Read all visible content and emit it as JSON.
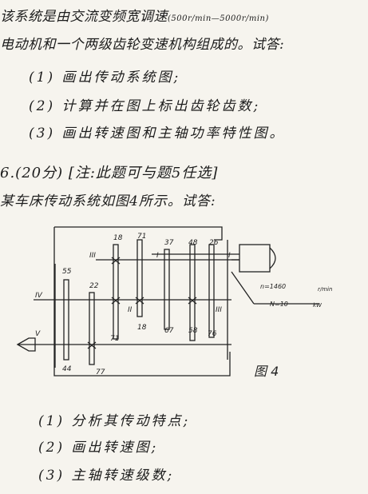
{
  "q_intro": {
    "line1_prefix": "该系统是由交流变频宽调速",
    "speed_range": "(500r/min—5000r/min)",
    "line2": "电动机和一个两级齿轮变速机构组成的。试答:"
  },
  "q_items": [
    "(1) 画出传动系统图;",
    "(2) 计算并在图上标出齿轮齿数;",
    "(3) 画出转速图和主轴功率特性图。"
  ],
  "q6": {
    "header": "6.(20分) [注:此题可与题5任选]",
    "intro": "某车床传动系统如图4所示。试答:",
    "items": [
      "(1) 分析其传动特点;",
      "(2) 画出转速图;",
      "(3) 主轴转速级数;"
    ]
  },
  "figure": {
    "caption": "图 4",
    "motor_speed": "n=1460",
    "motor_speed_unit": "r/min",
    "motor_power": "N=10",
    "motor_power_unit": "kW",
    "shaft_labels": [
      "I",
      "II",
      "III",
      "IV",
      "V",
      "III",
      "I"
    ],
    "gear_numbers": [
      "55",
      "22",
      "18",
      "71",
      "37",
      "48",
      "26",
      "71",
      "18",
      "67",
      "58",
      "76",
      "44",
      "77"
    ]
  }
}
